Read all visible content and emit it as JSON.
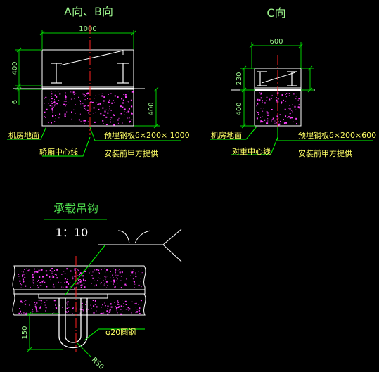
{
  "views": {
    "ab": {
      "title": "A向、B向",
      "dim_width": "1000",
      "dim_top": "400",
      "dim_gap": "6",
      "dim_slab": "400",
      "label_floor": "机房地面",
      "label_center": "轿厢中心线",
      "label_plate": "预埋钢板δ×200× 1000",
      "label_install": "安装前甲方提供"
    },
    "c": {
      "title": "C向",
      "dim_width": "600",
      "dim_top": "230",
      "dim_slab": "400",
      "label_floor": "机房地面",
      "label_center": "对重中心线",
      "label_plate": "预埋钢板δ×200×600",
      "label_install": "安装前甲方提供"
    },
    "hook": {
      "title": "承载吊钩",
      "scale": "1：10",
      "dim_depth": "150",
      "label_bar": "φ20圆钢",
      "dim_radius": "R50"
    }
  },
  "colors": {
    "background": "#000000",
    "outline": "#ffffff",
    "centerline": "#ff2020",
    "dimension": "#00d000",
    "leader": "#00ff00",
    "text": "#9cf58c",
    "label": "#ffff66",
    "concrete_dots": "#ff40ff"
  }
}
